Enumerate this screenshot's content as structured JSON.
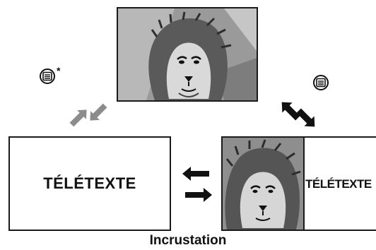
{
  "screens": {
    "left_text": "TÉLÉTEXTE",
    "right_text": "TÉLÉTEXTE"
  },
  "labels": {
    "caption": "Incrustation",
    "asterisk": "*"
  },
  "icons": {
    "teletext_left": "teletext-button-icon",
    "teletext_right": "teletext-button-icon"
  },
  "colors": {
    "arrow_gray": "#8c8c8c",
    "arrow_black": "#111111"
  }
}
